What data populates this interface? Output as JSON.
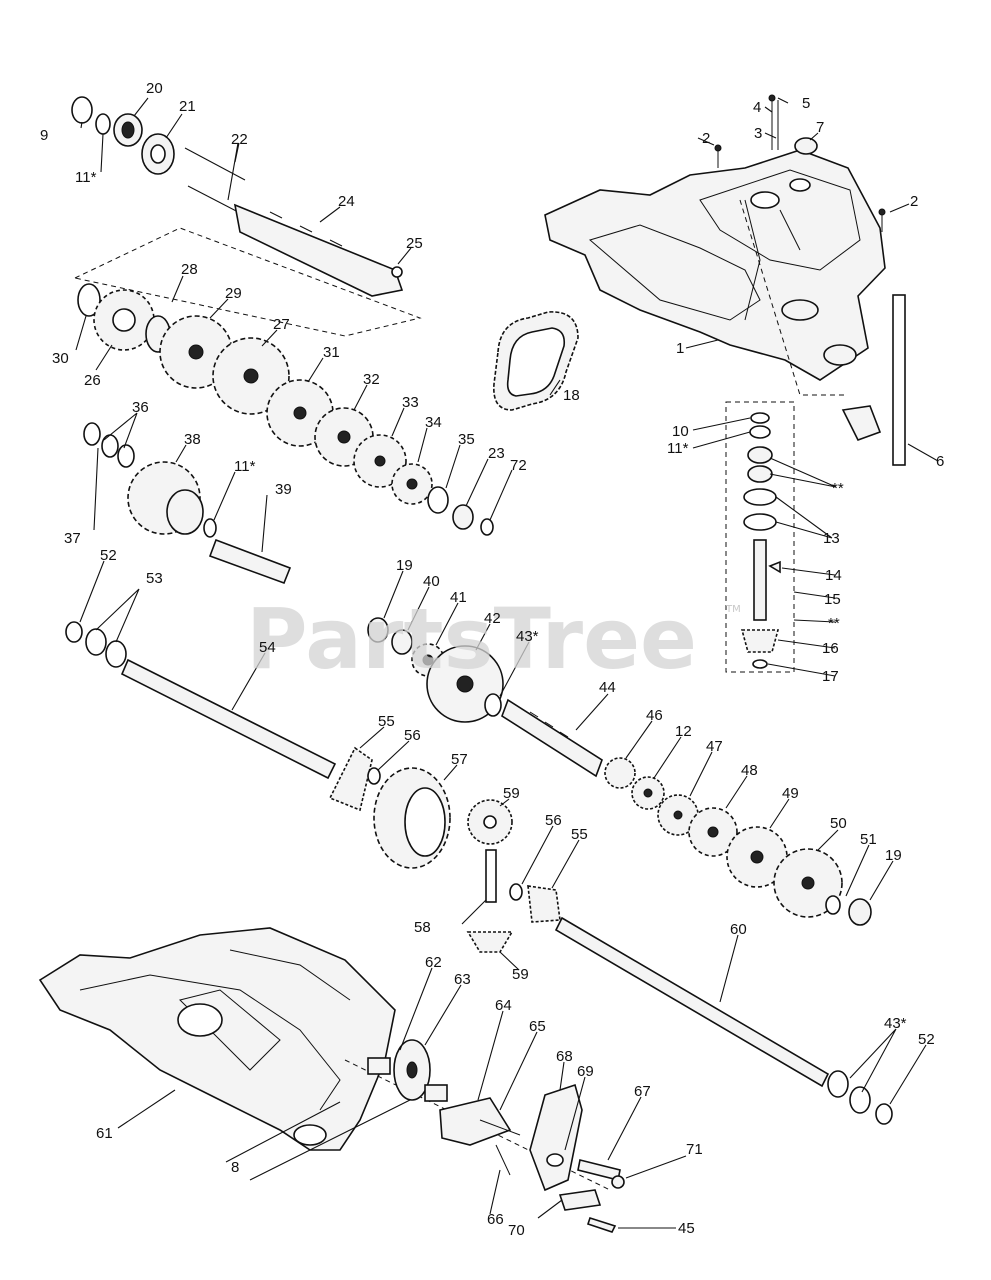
{
  "watermark": {
    "text": "PartsTree",
    "mark": "TM"
  },
  "labels": [
    {
      "id": "9",
      "text": "9"
    },
    {
      "id": "20",
      "text": "20"
    },
    {
      "id": "21",
      "text": "21"
    },
    {
      "id": "11a",
      "text": "11*"
    },
    {
      "id": "22",
      "text": "22"
    },
    {
      "id": "24",
      "text": "24"
    },
    {
      "id": "25",
      "text": "25"
    },
    {
      "id": "28",
      "text": "28"
    },
    {
      "id": "29",
      "text": "29"
    },
    {
      "id": "30",
      "text": "30"
    },
    {
      "id": "26",
      "text": "26"
    },
    {
      "id": "27",
      "text": "27"
    },
    {
      "id": "31",
      "text": "31"
    },
    {
      "id": "32",
      "text": "32"
    },
    {
      "id": "33",
      "text": "33"
    },
    {
      "id": "34",
      "text": "34"
    },
    {
      "id": "35",
      "text": "35"
    },
    {
      "id": "23",
      "text": "23"
    },
    {
      "id": "72",
      "text": "72"
    },
    {
      "id": "36",
      "text": "36"
    },
    {
      "id": "38",
      "text": "38"
    },
    {
      "id": "11b",
      "text": "11*"
    },
    {
      "id": "37",
      "text": "37"
    },
    {
      "id": "39",
      "text": "39"
    },
    {
      "id": "18",
      "text": "18"
    },
    {
      "id": "5",
      "text": "5"
    },
    {
      "id": "4",
      "text": "4"
    },
    {
      "id": "3",
      "text": "3"
    },
    {
      "id": "7",
      "text": "7"
    },
    {
      "id": "2a",
      "text": "2"
    },
    {
      "id": "2b",
      "text": "2"
    },
    {
      "id": "1",
      "text": "1"
    },
    {
      "id": "10",
      "text": "10"
    },
    {
      "id": "11c",
      "text": "11*"
    },
    {
      "id": "6",
      "text": "6"
    },
    {
      "id": "ss1",
      "text": "**"
    },
    {
      "id": "13",
      "text": "13"
    },
    {
      "id": "14",
      "text": "14"
    },
    {
      "id": "15",
      "text": "15"
    },
    {
      "id": "ss2",
      "text": "**"
    },
    {
      "id": "16",
      "text": "16"
    },
    {
      "id": "17",
      "text": "17"
    },
    {
      "id": "52a",
      "text": "52"
    },
    {
      "id": "53",
      "text": "53"
    },
    {
      "id": "54",
      "text": "54"
    },
    {
      "id": "19a",
      "text": "19"
    },
    {
      "id": "40",
      "text": "40"
    },
    {
      "id": "41",
      "text": "41"
    },
    {
      "id": "42",
      "text": "42"
    },
    {
      "id": "43a",
      "text": "43*"
    },
    {
      "id": "44",
      "text": "44"
    },
    {
      "id": "55a",
      "text": "55"
    },
    {
      "id": "56a",
      "text": "56"
    },
    {
      "id": "57",
      "text": "57"
    },
    {
      "id": "59a",
      "text": "59"
    },
    {
      "id": "46",
      "text": "46"
    },
    {
      "id": "12",
      "text": "12"
    },
    {
      "id": "47",
      "text": "47"
    },
    {
      "id": "48",
      "text": "48"
    },
    {
      "id": "49",
      "text": "49"
    },
    {
      "id": "50",
      "text": "50"
    },
    {
      "id": "51",
      "text": "51"
    },
    {
      "id": "19b",
      "text": "19"
    },
    {
      "id": "56b",
      "text": "56"
    },
    {
      "id": "55b",
      "text": "55"
    },
    {
      "id": "58",
      "text": "58"
    },
    {
      "id": "59b",
      "text": "59"
    },
    {
      "id": "60",
      "text": "60"
    },
    {
      "id": "62",
      "text": "62"
    },
    {
      "id": "63",
      "text": "63"
    },
    {
      "id": "64",
      "text": "64"
    },
    {
      "id": "65",
      "text": "65"
    },
    {
      "id": "68",
      "text": "68"
    },
    {
      "id": "69",
      "text": "69"
    },
    {
      "id": "67",
      "text": "67"
    },
    {
      "id": "43b",
      "text": "43*"
    },
    {
      "id": "52b",
      "text": "52"
    },
    {
      "id": "61",
      "text": "61"
    },
    {
      "id": "8",
      "text": "8"
    },
    {
      "id": "66",
      "text": "66"
    },
    {
      "id": "70",
      "text": "70"
    },
    {
      "id": "71",
      "text": "71"
    },
    {
      "id": "45",
      "text": "45"
    }
  ]
}
